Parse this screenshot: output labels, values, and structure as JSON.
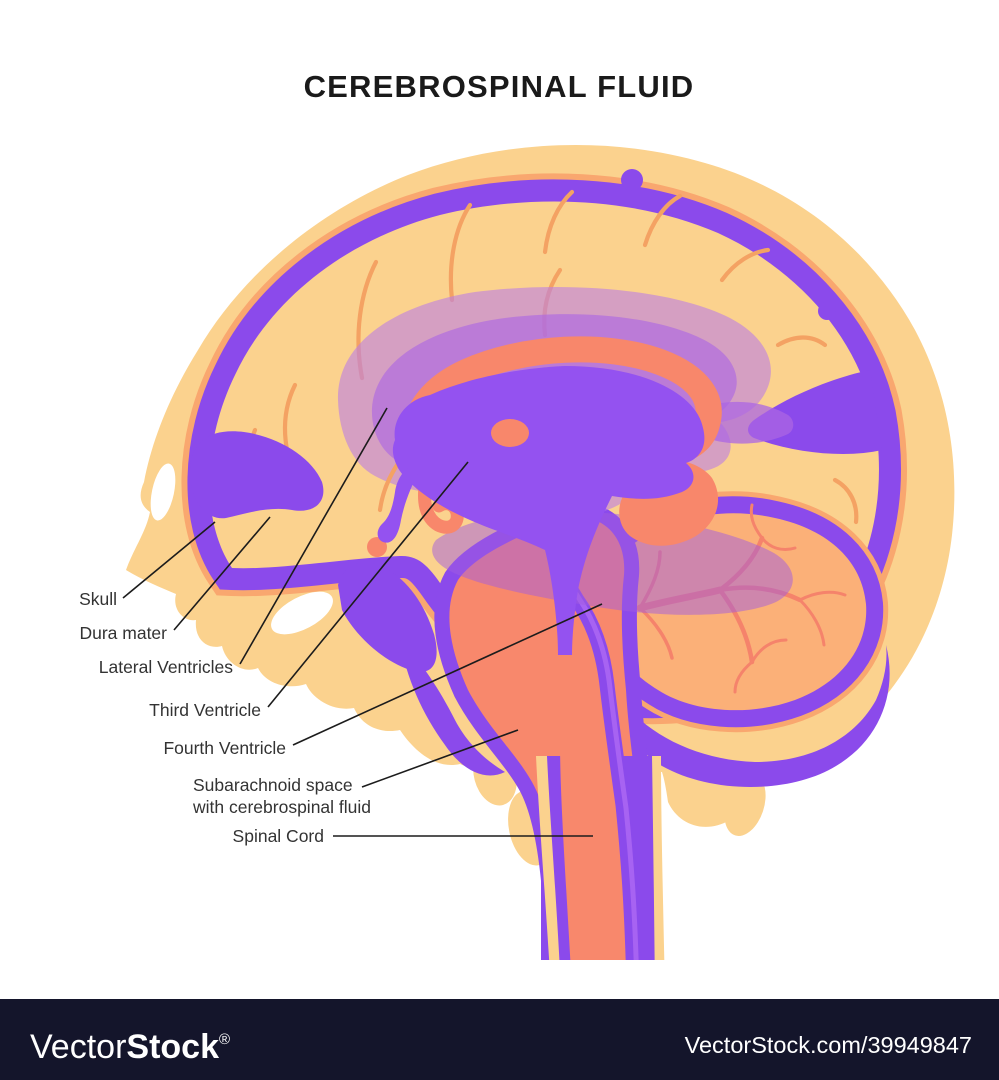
{
  "title": "CEREBROSPINAL FLUID",
  "annotations": [
    {
      "id": "skull",
      "text": "Skull"
    },
    {
      "id": "dura-mater",
      "text": "Dura mater"
    },
    {
      "id": "lateral-ventricles",
      "text": "Lateral Ventricles"
    },
    {
      "id": "third-ventricle",
      "text": "Third Ventricle"
    },
    {
      "id": "fourth-ventricle",
      "text": "Fourth Ventricle"
    },
    {
      "id": "subarachnoid-space",
      "text": "Subarachnoid space",
      "text2": "with cerebrospinal fluid"
    },
    {
      "id": "spinal-cord",
      "text": "Spinal Cord"
    }
  ],
  "watermark": {
    "brand_light": "Vector",
    "brand_bold": "Stock",
    "registered_mark": "®",
    "code_text": "VectorStock.com/39949847"
  },
  "palette": {
    "background": "#FFFFFF",
    "bone_yellow": "#FBD28E",
    "bone_outline": "#F9A76F",
    "csf_purple": "#8B4AEB",
    "ventricle_purple": "#9452F0",
    "lavender_outer": "#BD80E2",
    "lavender_mid": "#AB66E3",
    "thalamus_overlay": "#A15BDF",
    "corpus_callosum_orange": "#F8876B",
    "cerebellum_orange": "#FBB078",
    "arbor_vitae": "#F5836B",
    "brainstem_salmon": "#F8886C",
    "canal_violet": "#A763F2",
    "sulci_line": "#F4A263",
    "title_text": "#1A1A1A",
    "label_text": "#333333",
    "leader_line": "#1C1C1C",
    "watermark_bar": "#14152B",
    "watermark_text": "#FFFFFF"
  }
}
